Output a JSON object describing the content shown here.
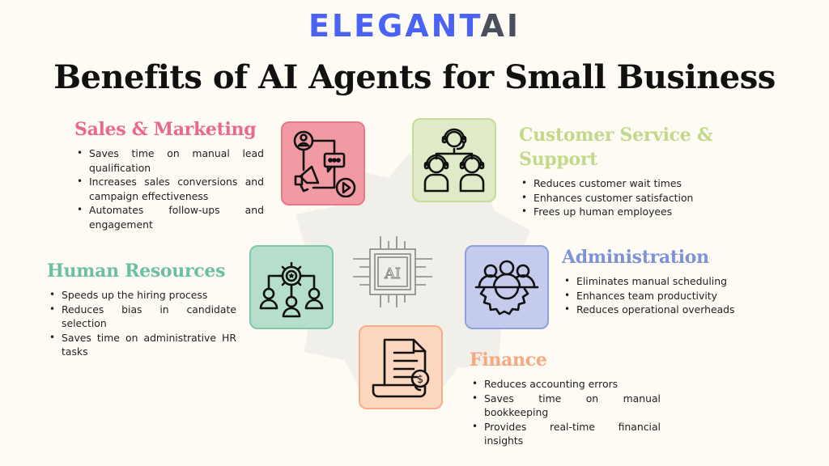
{
  "logo": {
    "brand": "ELEGANT",
    "suffix": "AI"
  },
  "title": "Benefits of AI Agents for Small Business",
  "center": {
    "icon": "ai-chip-icon",
    "label": "AI"
  },
  "colors": {
    "background": "#fdfbf3",
    "brand_blue": "#4a62f5",
    "sales": "#e86a8a",
    "customer_service": "#c3d98a",
    "human_resources": "#6cc0a0",
    "administration": "#7d93d6",
    "finance": "#f6a97e"
  },
  "sections": {
    "sales": {
      "title": "Sales & Marketing",
      "icon": "marketing-funnel-icon",
      "items": [
        "Saves time on manual lead qualification",
        "Increases sales conversions and campaign effectiveness",
        "Automates follow-ups and engagement"
      ]
    },
    "customer_service": {
      "title": "Customer Service & Support",
      "icon": "headset-agents-icon",
      "items": [
        "Reduces customer wait times",
        "Enhances customer satisfaction",
        "Frees up human employees"
      ]
    },
    "human_resources": {
      "title": "Human Resources",
      "icon": "hr-network-gear-icon",
      "items": [
        "Speeds up the hiring process",
        "Reduces bias in candidate selection",
        "Saves time on administrative HR tasks"
      ]
    },
    "administration": {
      "title": "Administration",
      "icon": "team-gear-icon",
      "items": [
        "Eliminates manual scheduling",
        "Enhances team productivity",
        "Reduces operational overheads"
      ]
    },
    "finance": {
      "title": "Finance",
      "icon": "invoice-dollar-icon",
      "items": [
        "Reduces accounting errors",
        "Saves time on manual bookkeeping",
        "Provides real-time financial insights"
      ]
    }
  }
}
